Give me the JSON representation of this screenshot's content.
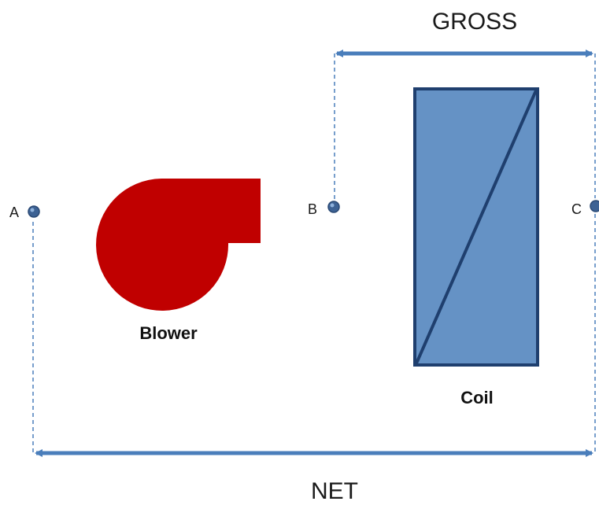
{
  "colors": {
    "arrow": "#4a7ebb",
    "blower": "#c00000",
    "coil_fill": "#6592c5",
    "coil_stroke": "#1f3f6e",
    "point": "#3d6294"
  },
  "labels": {
    "gross": "GROSS",
    "net": "NET",
    "point_a": "A",
    "point_b": "B",
    "point_c": "C",
    "blower": "Blower",
    "coil": "Coil"
  }
}
